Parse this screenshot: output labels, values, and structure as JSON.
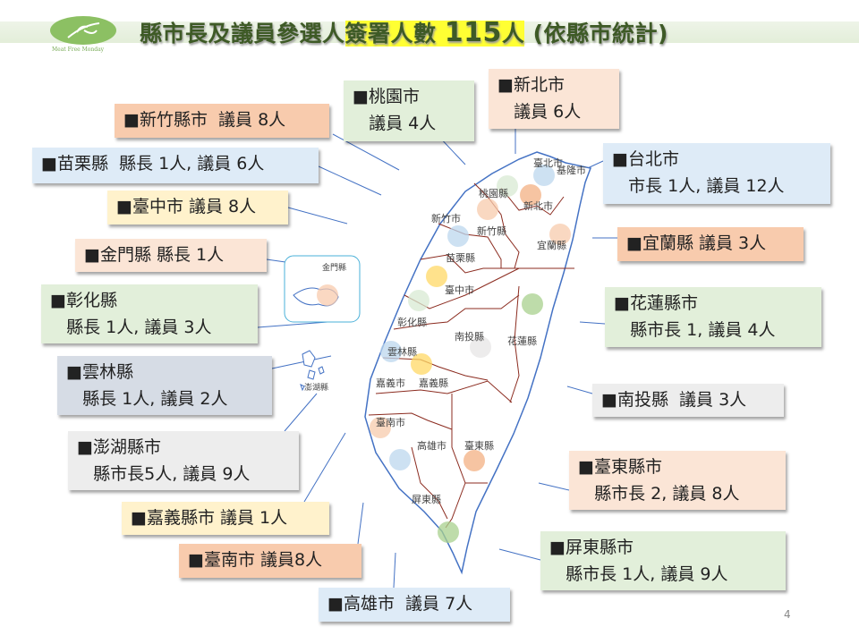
{
  "header": {
    "logo_text": "Meat Free Monday",
    "title_part1": "縣市長及議員參選人",
    "title_highlight": "簽署人數 ",
    "title_number": "115",
    "title_unit": "人",
    "title_part2": " (依縣市統計)"
  },
  "colors": {
    "orange": "#f8cbad",
    "peach": "#fbe5d6",
    "green": "#e2efda",
    "blue": "#deebf7",
    "yellow": "#fff2cc",
    "title": "#3e5a26",
    "highlight": "#ffff33"
  },
  "boxes": [
    {
      "text": "■新竹縣市  議員 8人"
    },
    {
      "text": "■桃園市\n   議員 4人"
    },
    {
      "text": "■新北市\n   議員 6人"
    },
    {
      "text": "■台北市\n   市長 1人, 議員 12人"
    },
    {
      "text": "■苗栗縣  縣長 1人, 議員 6人"
    },
    {
      "text": "■臺中市 議員 8人"
    },
    {
      "text": "■宜蘭縣 議員 3人"
    },
    {
      "text": "■金門縣 縣長 1人"
    },
    {
      "text": "■彰化縣\n   縣長 1人, 議員 3人"
    },
    {
      "text": "■花蓮縣市\n   縣市長 1, 議員 4人"
    },
    {
      "text": "■雲林縣\n   縣長 1人, 議員 2人"
    },
    {
      "text": "■南投縣  議員 3人"
    },
    {
      "text": "■澎湖縣市\n   縣市長5人, 議員 9人"
    },
    {
      "text": "■臺東縣市\n   縣市長 2, 議員 8人"
    },
    {
      "text": "■嘉義縣市 議員 1人"
    },
    {
      "text": "■屏東縣市\n   縣市長 1人, 議員 9人"
    },
    {
      "text": "■臺南市 議員8人"
    },
    {
      "text": "■高雄市  議員 7人"
    }
  ],
  "map_labels": [
    "臺北市",
    "基隆市",
    "桃園縣",
    "新北市",
    "新竹市",
    "新竹縣",
    "宜蘭縣",
    "苗栗縣",
    "臺中市",
    "彰化縣",
    "南投縣",
    "花蓮縣",
    "雲林縣",
    "嘉義市",
    "嘉義縣",
    "臺南市",
    "高雄市",
    "臺東縣",
    "屏東縣",
    "金門縣",
    "澎湖縣"
  ],
  "page_number": "4"
}
